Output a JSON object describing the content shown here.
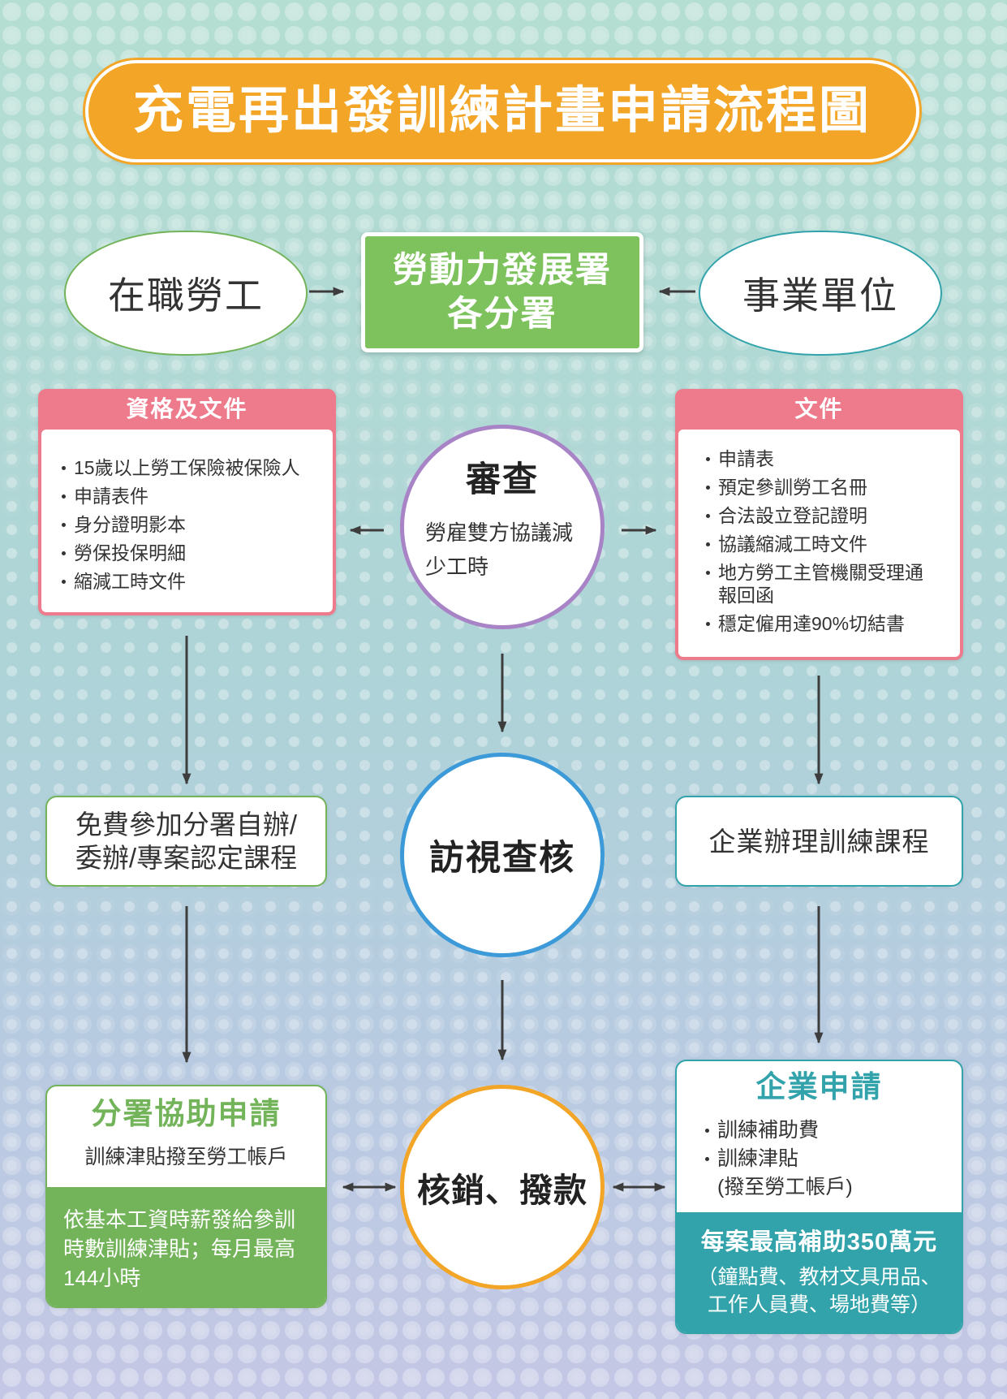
{
  "colors": {
    "title_orange": "#f2a527",
    "branch_green": "#7dc25d",
    "worker_green": "#73b45a",
    "employer_teal": "#33a3ab",
    "docs_pink": "#ee7b8c",
    "review_purple": "#a884c7",
    "inspection_blue": "#3c9ad8",
    "settlement_orange": "#f2a527",
    "arrow_gray": "#3d3d3d"
  },
  "title": "充電再出發訓練計畫申請流程圖",
  "applicants": {
    "worker": "在職勞工",
    "employer": "事業單位"
  },
  "branch_office": {
    "line1": "勞動力發展署",
    "line2": "各分署"
  },
  "worker_docs": {
    "header": "資格及文件",
    "items": [
      "15歲以上勞工保險被保險人",
      "申請表件",
      "身分證明影本",
      "勞保投保明細",
      "縮減工時文件"
    ]
  },
  "review": {
    "title": "審查",
    "text_lines": [
      "勞雇雙方協議減",
      "少工時"
    ]
  },
  "employer_docs": {
    "header": "文件",
    "items": [
      "申請表",
      "預定參訓勞工名冊",
      "合法設立登記證明",
      "協議縮減工時文件",
      "地方勞工主管機關受理通報回函",
      "穩定僱用達90%切結書"
    ]
  },
  "worker_course": {
    "lines": [
      "免費參加分署自辦/",
      "委辦/專案認定課程"
    ]
  },
  "inspection": {
    "title": "訪視查核"
  },
  "employer_course": {
    "title": "企業辦理訓練課程"
  },
  "worker_apply": {
    "title": "分署協助申請",
    "subtitle": "訓練津貼撥至勞工帳戶",
    "note_lines": [
      "依基本工資時薪發給參訓",
      "時數訓練津貼；每月最高",
      "144小時"
    ]
  },
  "settlement": {
    "title": "核銷、撥款"
  },
  "employer_apply": {
    "title": "企業申請",
    "items": [
      "訓練補助費",
      "訓練津貼"
    ],
    "items_note": "(撥至勞工帳戶)",
    "cap": "每案最高補助350萬元",
    "cap_note_lines": [
      "（鐘點費、教材文具用品、",
      "工作人員費、場地費等）"
    ]
  }
}
